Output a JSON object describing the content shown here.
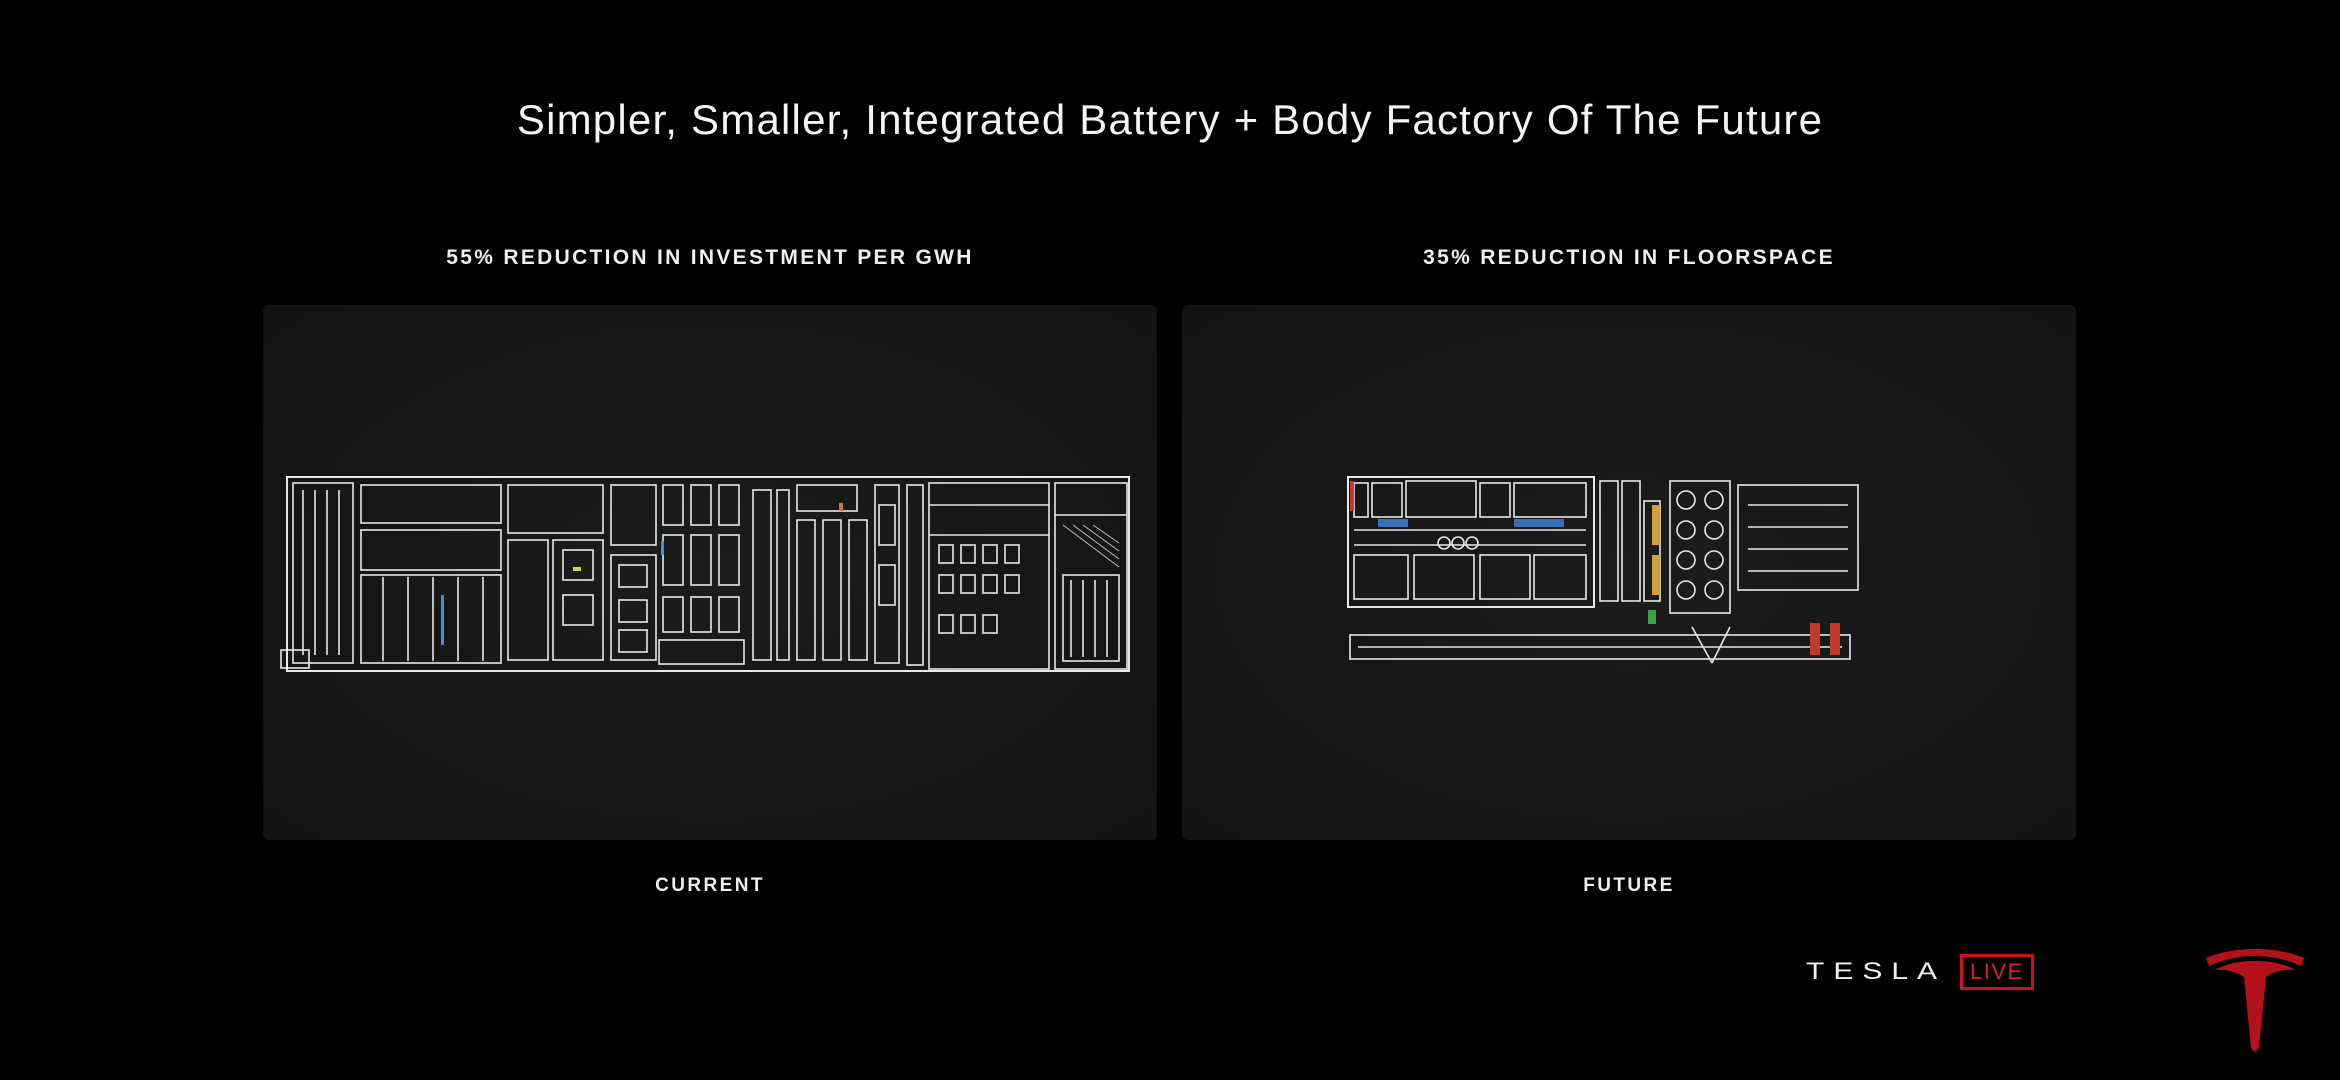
{
  "slide": {
    "title": "Simpler, Smaller, Integrated Battery + Body Factory Of The Future"
  },
  "panels": [
    {
      "heading": "55% REDUCTION IN INVESTMENT PER GWH",
      "caption": "CURRENT"
    },
    {
      "heading": "35% REDUCTION IN FLOORSPACE",
      "caption": "FUTURE"
    }
  ],
  "branding": {
    "wordmark": "TESLA",
    "live_badge": "LIVE",
    "accent_color": "#c8141e",
    "logo_icon": "tesla-t-logo-icon"
  }
}
